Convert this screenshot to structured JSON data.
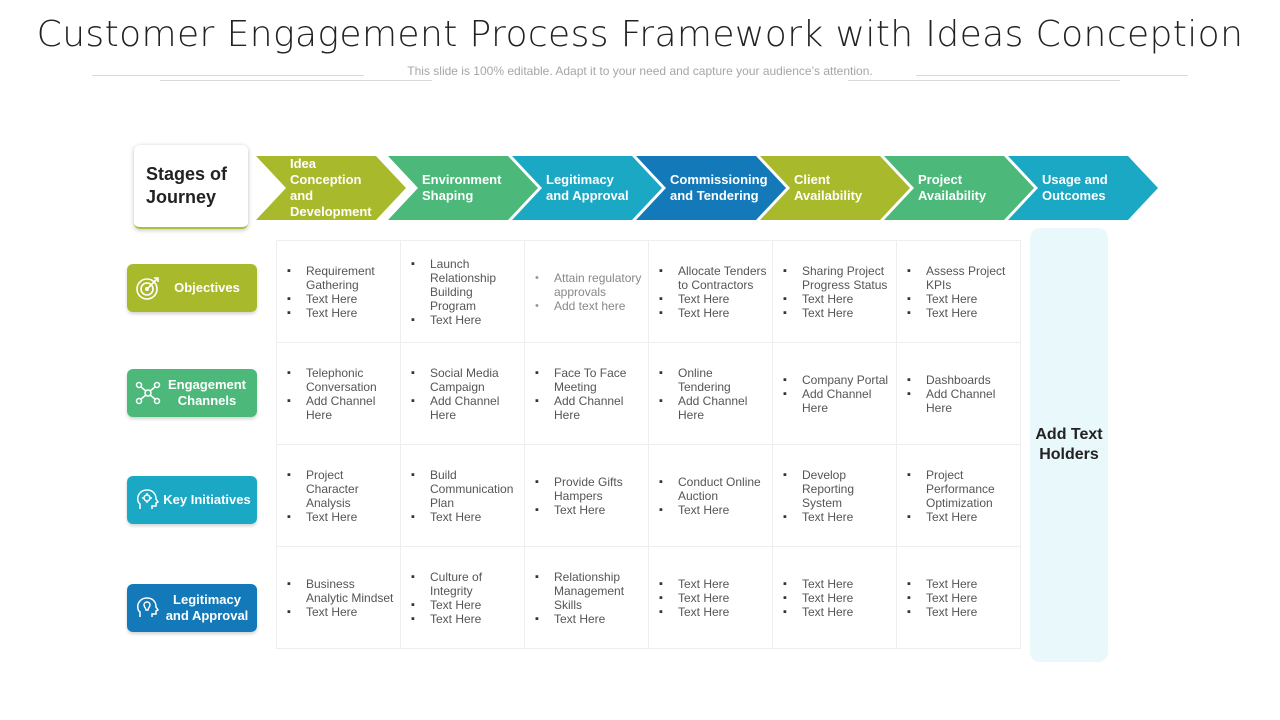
{
  "title": "Customer Engagement Process Framework with Ideas Conception",
  "subtitle": "This slide is 100% editable. Adapt it to your need and capture your audience’s attention.",
  "stages_label": "Stages of Journey",
  "stages": [
    {
      "label": "Idea Conception and Development",
      "color": "#a9b92c"
    },
    {
      "label": "Environment Shaping",
      "color": "#4cb87a"
    },
    {
      "label": "Legitimacy and Approval",
      "color": "#1aa8c4"
    },
    {
      "label": "Commissioning and Tendering",
      "color": "#1479b8"
    },
    {
      "label": "Client Availability",
      "color": "#a9b92c"
    },
    {
      "label": "Project Availability",
      "color": "#4cb87a"
    },
    {
      "label": "Usage and Outcomes",
      "color": "#1aa8c4"
    }
  ],
  "rows": [
    {
      "label": "Objectives",
      "icon": "target-icon",
      "color": "#a9b92c"
    },
    {
      "label": "Engagement Channels",
      "icon": "network-icon",
      "color": "#4cb87a"
    },
    {
      "label": "Key Initiatives",
      "icon": "brain-gear-icon",
      "color": "#1aa8c4"
    },
    {
      "label": "Legitimacy and Approval",
      "icon": "head-idea-icon",
      "color": "#1479b8"
    }
  ],
  "cells": [
    [
      [
        "Requirement Gathering",
        "Text Here",
        "Text Here"
      ],
      [
        "Launch Relationship Building Program",
        "Text Here"
      ],
      [
        "Attain regulatory approvals",
        "Add text here"
      ],
      [
        "Allocate Tenders to Contractors",
        "Text Here",
        "Text Here"
      ],
      [
        "Sharing Project Progress Status",
        "Text Here",
        "Text Here"
      ],
      [
        "Assess Project KPIs",
        "Text Here",
        "Text Here"
      ]
    ],
    [
      [
        "Telephonic Conversation",
        "Add Channel Here"
      ],
      [
        "Social Media Campaign",
        "Add Channel Here"
      ],
      [
        "Face To Face Meeting",
        "Add Channel Here"
      ],
      [
        "Online Tendering",
        "Add Channel Here"
      ],
      [
        "Company Portal",
        "Add Channel Here"
      ],
      [
        "Dashboards",
        "Add Channel Here"
      ]
    ],
    [
      [
        "Project Character Analysis",
        "Text Here"
      ],
      [
        "Build Communication Plan",
        "Text Here"
      ],
      [
        "Provide Gifts Hampers",
        "Text Here"
      ],
      [
        "Conduct Online Auction",
        "Text Here"
      ],
      [
        "Develop Reporting System",
        "Text Here"
      ],
      [
        "Project Performance Optimization",
        "Text Here"
      ]
    ],
    [
      [
        "Business Analytic Mindset",
        "Text Here"
      ],
      [
        "Culture of Integrity",
        "Text Here",
        "Text Here"
      ],
      [
        "Relationship Management Skills",
        "Text Here"
      ],
      [
        "Text Here",
        "Text Here",
        "Text Here"
      ],
      [
        "Text Here",
        "Text Here",
        "Text Here"
      ],
      [
        "Text Here",
        "Text Here",
        "Text Here"
      ]
    ]
  ],
  "holders_label": "Add Text Holders"
}
